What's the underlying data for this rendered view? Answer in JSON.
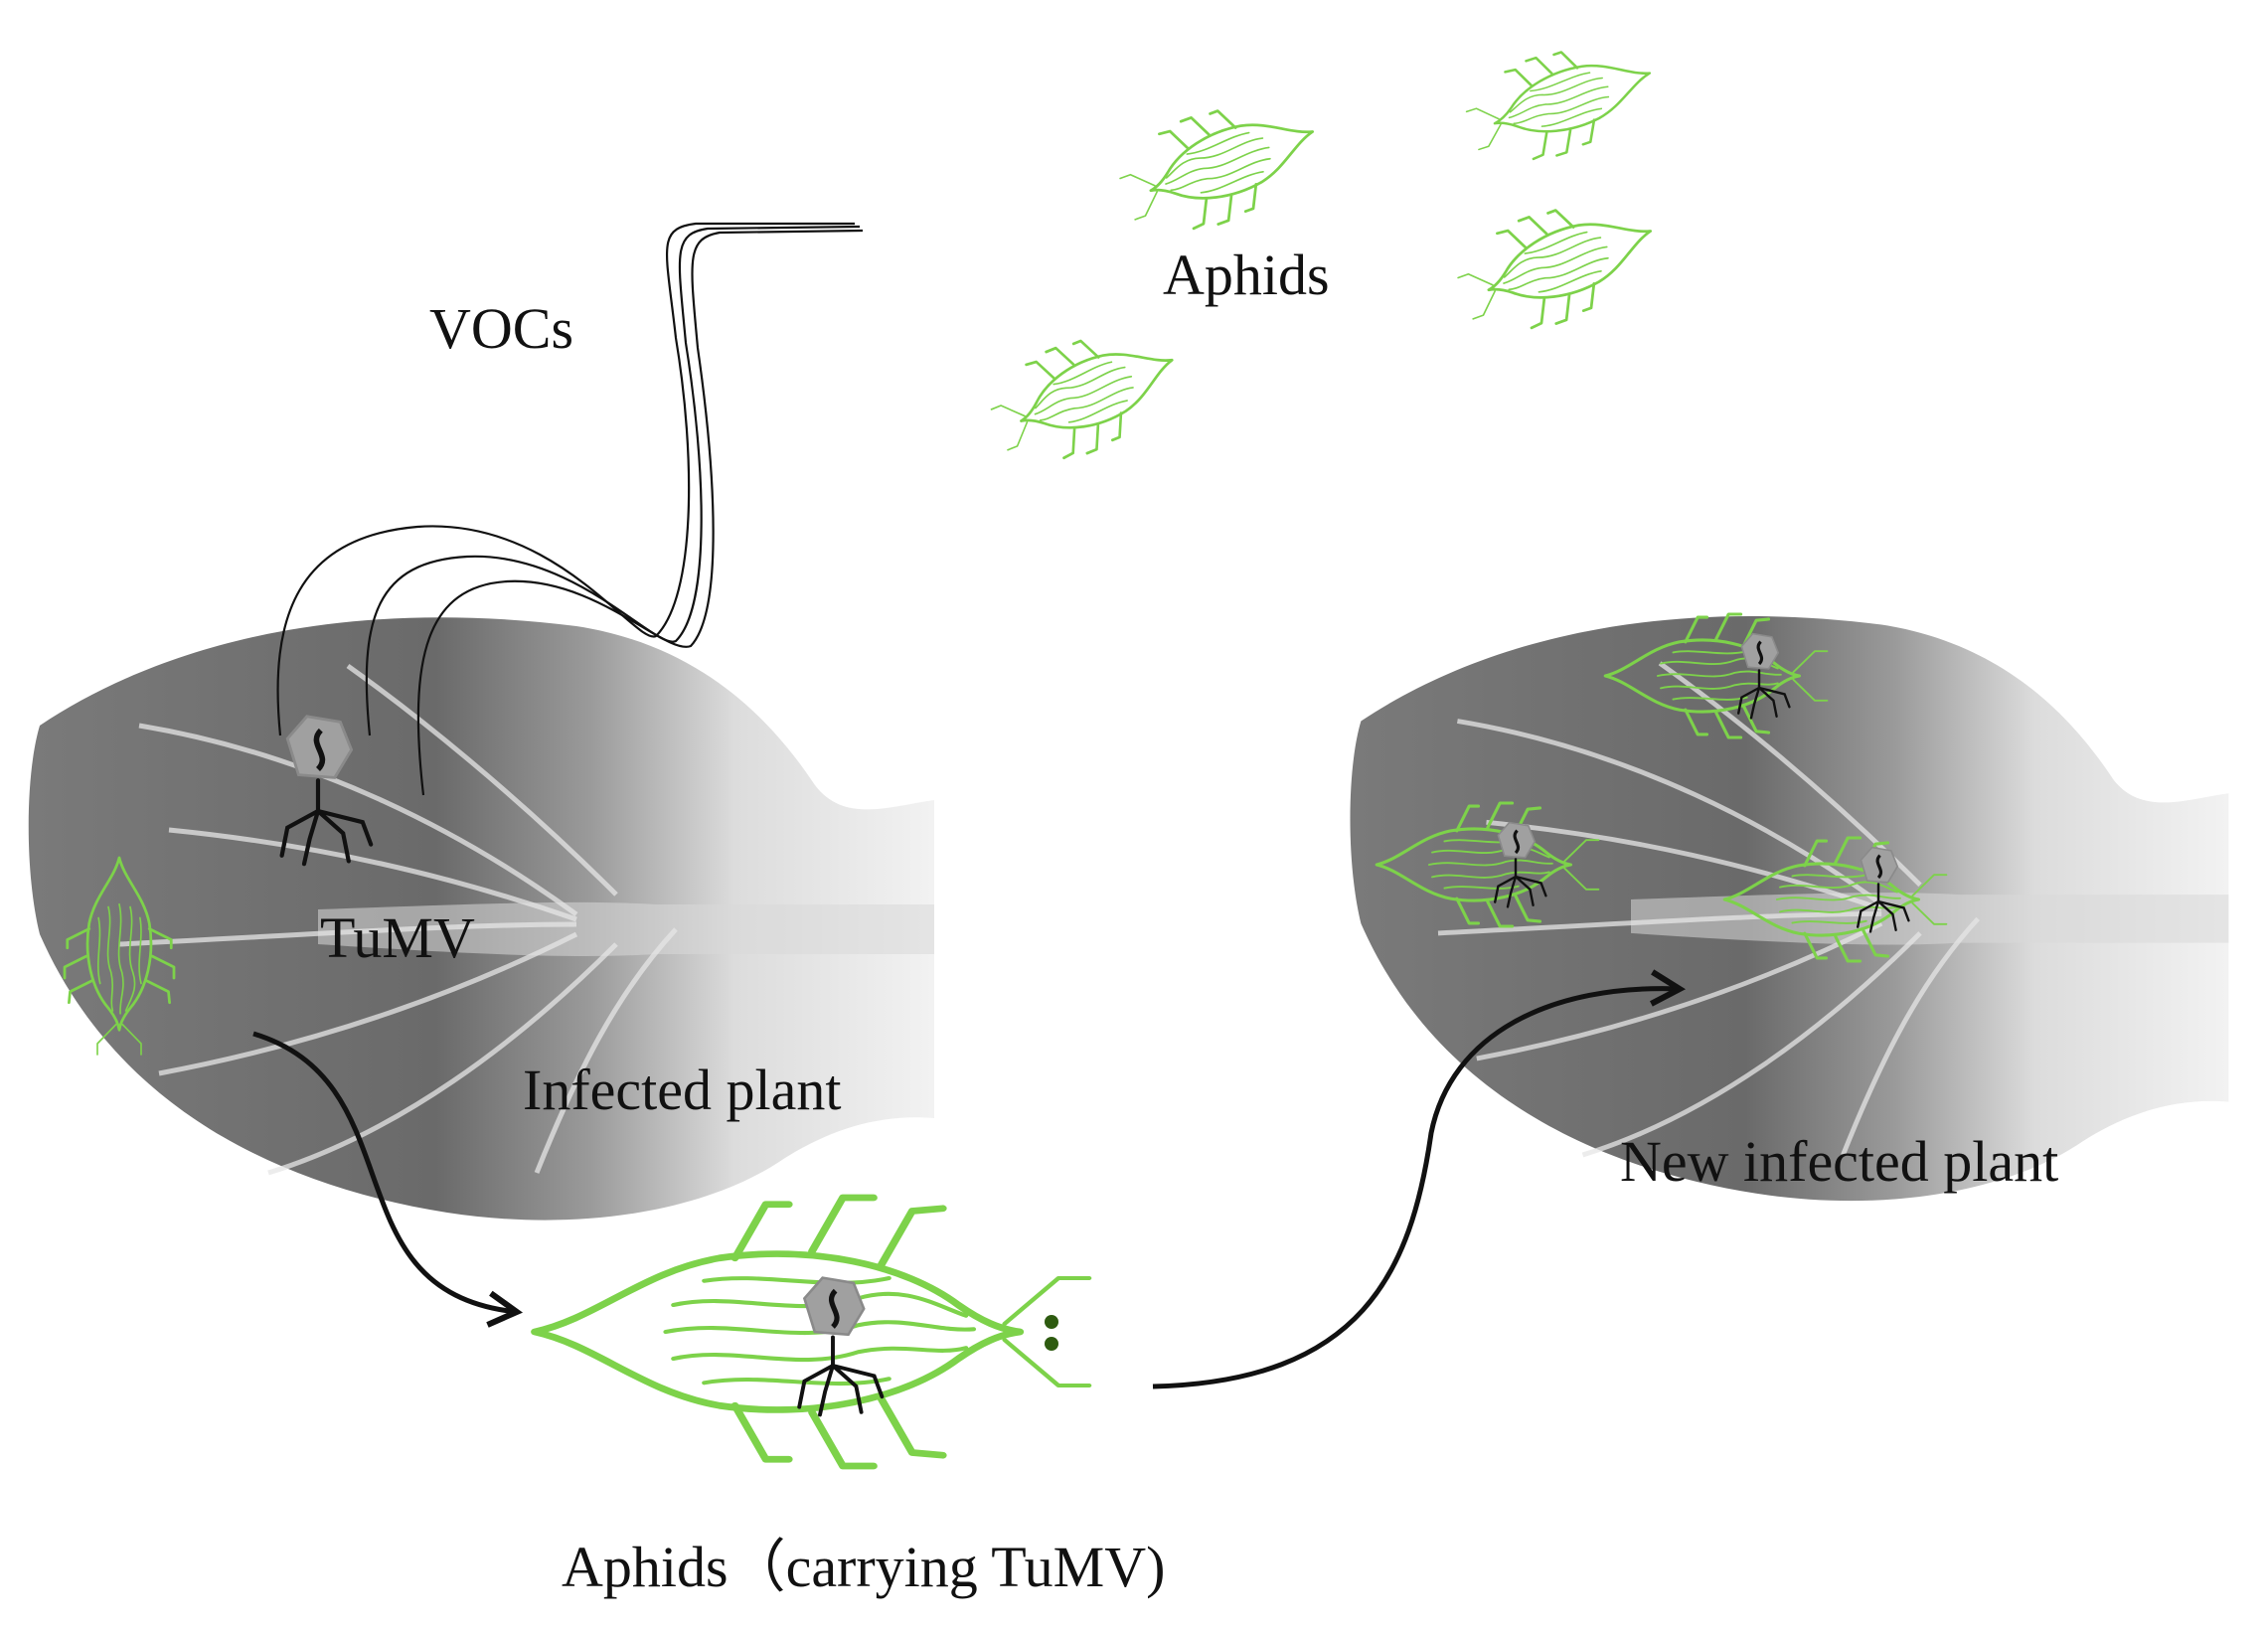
{
  "labels": {
    "vocs": "VOCs",
    "aphids_top": "Aphids",
    "tumv": "TuMV",
    "infected_plant": "Infected plant",
    "new_infected_plant": "New infected plant",
    "aphids_carrying": "Aphids（carrying TuMV)"
  },
  "colors": {
    "aphid_green": "#7dd24a",
    "leaf_dark": "#6e6e6e",
    "leaf_light": "#bdbdbd",
    "virus_gray": "#9a9a9a",
    "ink": "#111111"
  }
}
